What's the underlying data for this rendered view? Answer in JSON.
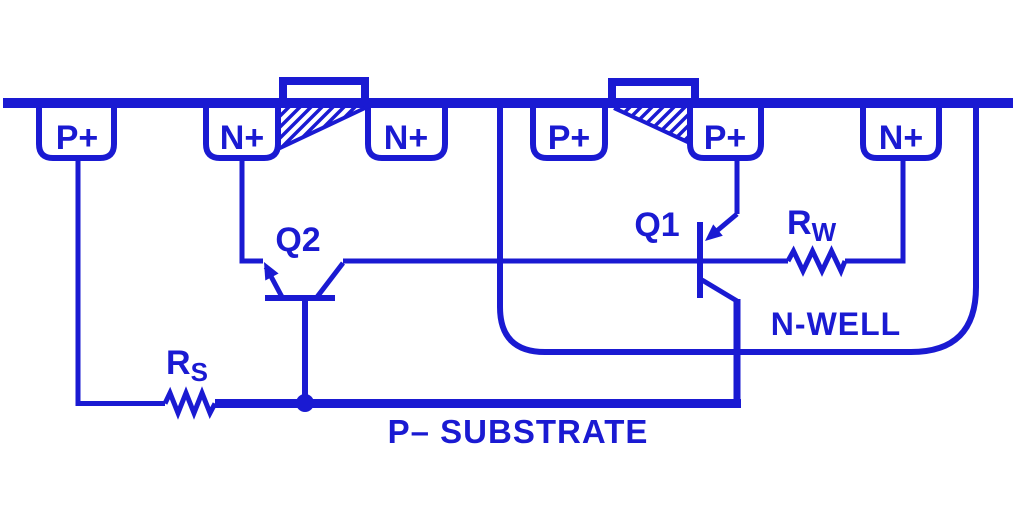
{
  "colors": {
    "line": "#1a1ad2",
    "background": "#ffffff"
  },
  "regions": [
    {
      "label": "P+"
    },
    {
      "label": "N+"
    },
    {
      "label": "N+"
    },
    {
      "label": "P+"
    },
    {
      "label": "P+"
    },
    {
      "label": "N+"
    }
  ],
  "transistors": {
    "q2": "Q2",
    "q1": "Q1"
  },
  "resistors": {
    "rs": {
      "base": "R",
      "sub": "S"
    },
    "rw": {
      "base": "R",
      "sub": "W"
    }
  },
  "labels": {
    "n_well": "N-WELL",
    "substrate": "P– SUBSTRATE"
  }
}
